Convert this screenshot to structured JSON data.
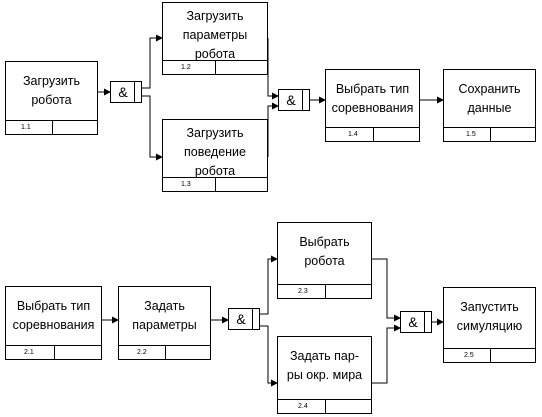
{
  "upper": {
    "load_robot": {
      "label": "Загрузить\nробота",
      "number": "1.1"
    },
    "load_params": {
      "label": "Загрузить\nпараметры\nробота",
      "number": "1.2"
    },
    "load_behavior": {
      "label": "Загрузить\nповедение\nробота",
      "number": "1.3"
    },
    "choose_type": {
      "label": "Выбрать тип\nсоревнования",
      "number": "1.4"
    },
    "save_data": {
      "label": "Сохранить\nданные",
      "number": "1.5"
    },
    "junction_split": "&",
    "junction_merge": "&"
  },
  "lower": {
    "choose_type": {
      "label": "Выбрать тип\nсоревнования",
      "number": "2.1"
    },
    "set_params": {
      "label": "Задать\nпараметры",
      "number": "2.2"
    },
    "choose_robot": {
      "label": "Выбрать\nробота",
      "number": "2.3"
    },
    "set_pairs": {
      "label": "Задать пар-\nры окр. мира",
      "number": "2.4"
    },
    "start_sim": {
      "label": "Запустить\nсимуляцию",
      "number": "2.5"
    },
    "junction_split": "&",
    "junction_merge": "&"
  }
}
